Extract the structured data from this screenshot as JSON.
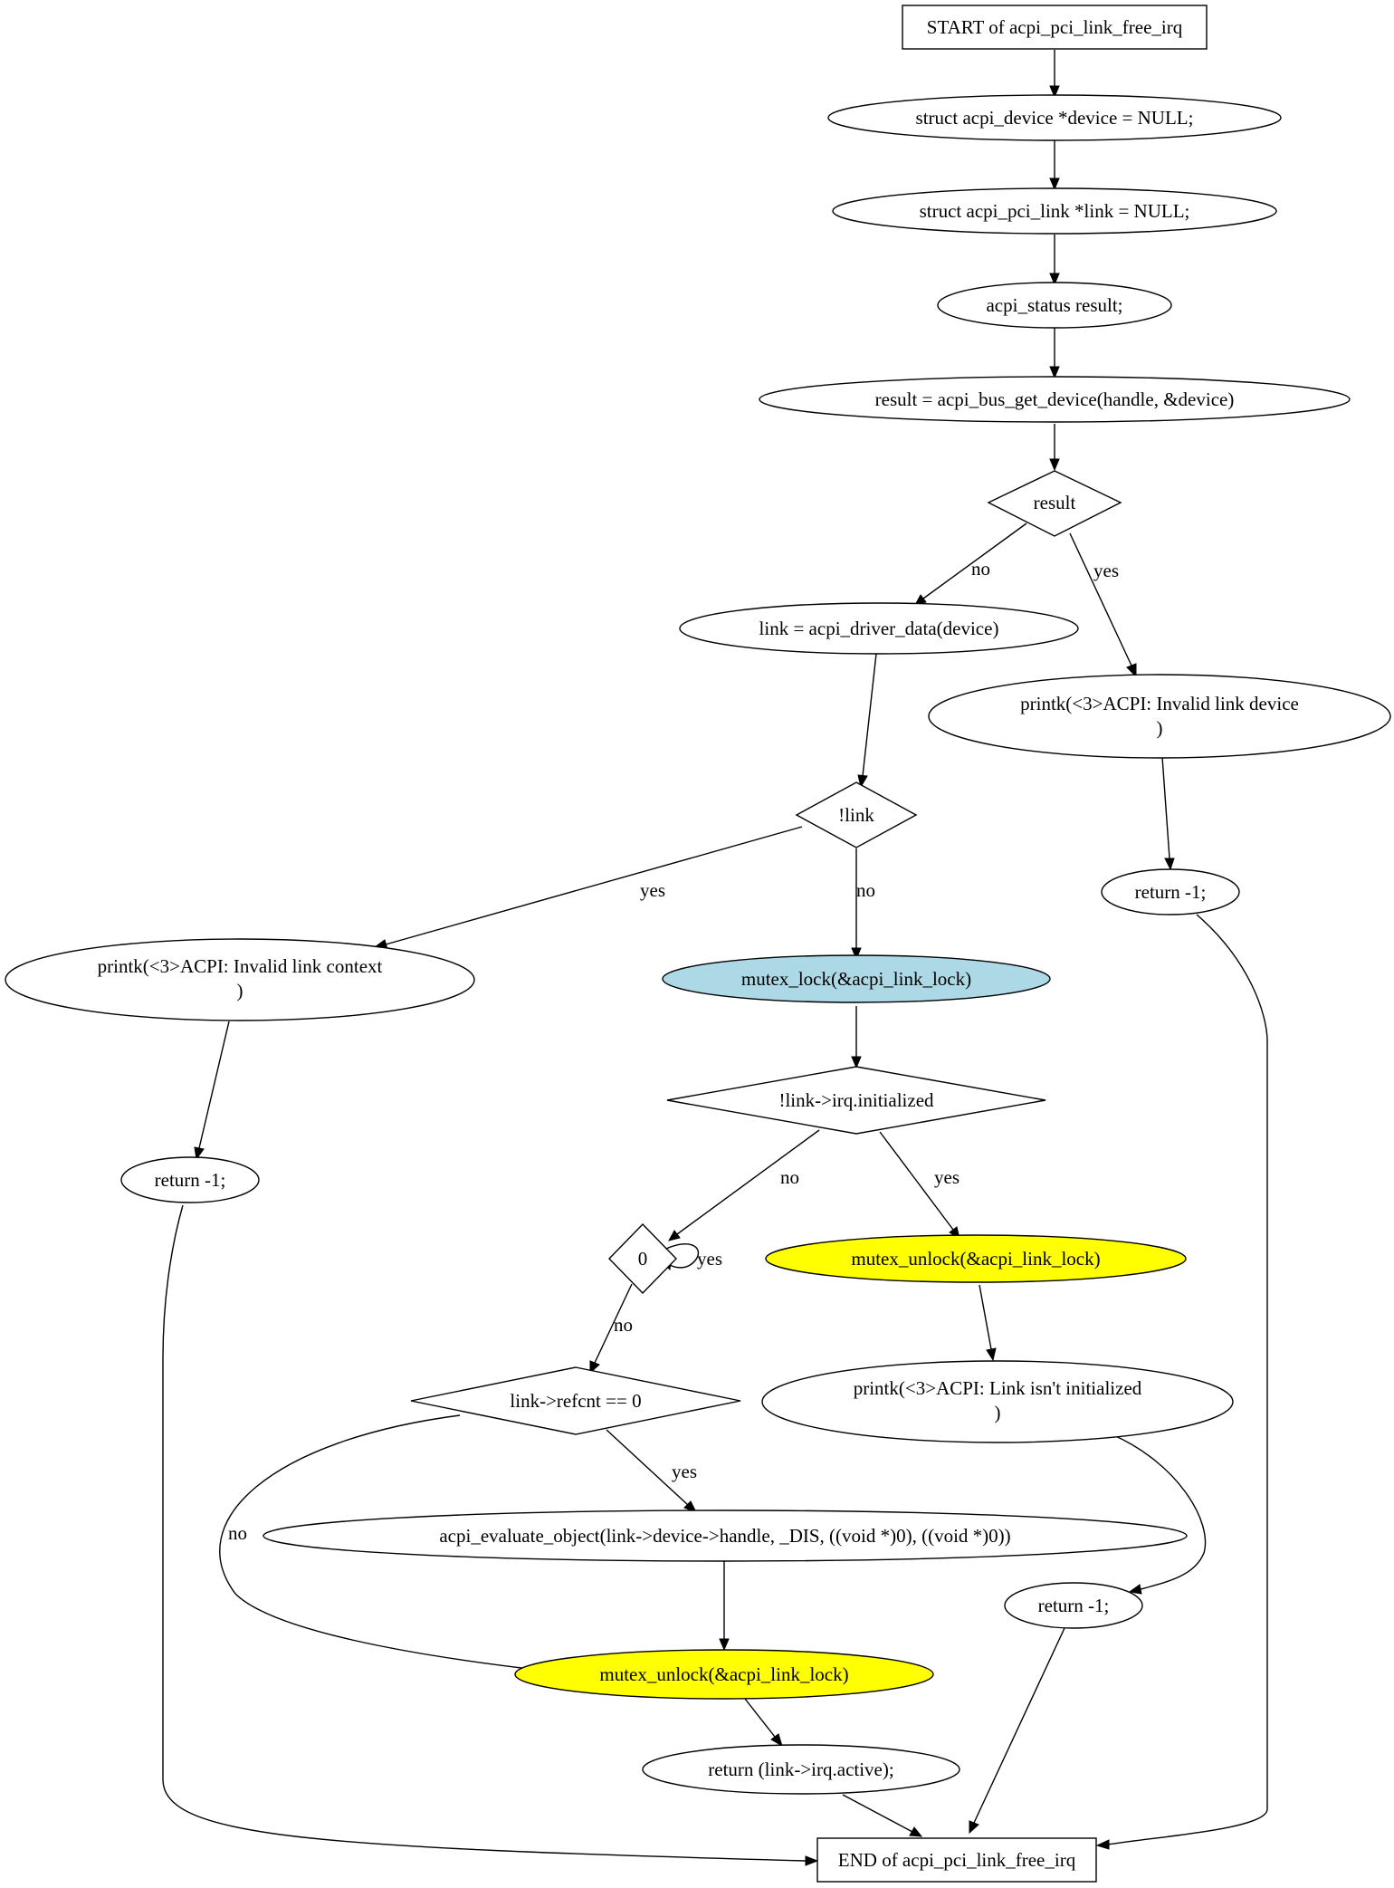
{
  "nodes": {
    "start": {
      "label": "START of acpi_pci_link_free_irq",
      "shape": "box"
    },
    "decl_device": {
      "label": "struct acpi_device *device = NULL;",
      "shape": "ellipse"
    },
    "decl_link": {
      "label": "struct acpi_pci_link *link = NULL;",
      "shape": "ellipse"
    },
    "decl_result": {
      "label": "acpi_status result;",
      "shape": "ellipse"
    },
    "get_device": {
      "label": "result = acpi_bus_get_device(handle, &device)",
      "shape": "ellipse"
    },
    "cond_result": {
      "label": "result",
      "shape": "diamond"
    },
    "assign_link": {
      "label": "link = acpi_driver_data(device)",
      "shape": "ellipse"
    },
    "printk_invalid_device": {
      "label_lines": [
        "printk(<3>ACPI: Invalid link device",
        ")"
      ],
      "shape": "ellipse"
    },
    "cond_link": {
      "label": "!link",
      "shape": "diamond"
    },
    "return_1_a": {
      "label": "return -1;",
      "shape": "ellipse"
    },
    "printk_invalid_context": {
      "label_lines": [
        "printk(<3>ACPI: Invalid link context",
        ")"
      ],
      "shape": "ellipse"
    },
    "mutex_lock": {
      "label": "mutex_lock(&acpi_link_lock)",
      "shape": "ellipse",
      "fill": "#add8e6"
    },
    "cond_initialized": {
      "label": "!link->irq.initialized",
      "shape": "diamond"
    },
    "return_1_b": {
      "label": "return -1;",
      "shape": "ellipse"
    },
    "cond_zero": {
      "label": "0",
      "shape": "diamond"
    },
    "mutex_unlock_a": {
      "label": "mutex_unlock(&acpi_link_lock)",
      "shape": "ellipse",
      "fill": "#ffff00"
    },
    "printk_not_init": {
      "label_lines": [
        "printk(<3>ACPI: Link isn't initialized",
        ")"
      ],
      "shape": "ellipse"
    },
    "cond_refcnt": {
      "label": "link->refcnt == 0",
      "shape": "diamond"
    },
    "evaluate": {
      "label": "acpi_evaluate_object(link->device->handle, _DIS, ((void *)0), ((void *)0))",
      "shape": "ellipse"
    },
    "return_1_c": {
      "label": "return -1;",
      "shape": "ellipse"
    },
    "mutex_unlock_b": {
      "label": "mutex_unlock(&acpi_link_lock)",
      "shape": "ellipse",
      "fill": "#ffff00"
    },
    "return_active": {
      "label": "return (link->irq.active);",
      "shape": "ellipse"
    },
    "end": {
      "label": "END of acpi_pci_link_free_irq",
      "shape": "box"
    }
  },
  "edges": [
    {
      "from": "start",
      "to": "decl_device"
    },
    {
      "from": "decl_device",
      "to": "decl_link"
    },
    {
      "from": "decl_link",
      "to": "decl_result"
    },
    {
      "from": "decl_result",
      "to": "get_device"
    },
    {
      "from": "get_device",
      "to": "cond_result"
    },
    {
      "from": "cond_result",
      "to": "assign_link",
      "label": "no"
    },
    {
      "from": "cond_result",
      "to": "printk_invalid_device",
      "label": "yes"
    },
    {
      "from": "assign_link",
      "to": "cond_link"
    },
    {
      "from": "printk_invalid_device",
      "to": "return_1_a"
    },
    {
      "from": "cond_link",
      "to": "printk_invalid_context",
      "label": "yes"
    },
    {
      "from": "cond_link",
      "to": "mutex_lock",
      "label": "no"
    },
    {
      "from": "printk_invalid_context",
      "to": "return_1_b"
    },
    {
      "from": "mutex_lock",
      "to": "cond_initialized"
    },
    {
      "from": "cond_initialized",
      "to": "cond_zero",
      "label": "no"
    },
    {
      "from": "cond_initialized",
      "to": "mutex_unlock_a",
      "label": "yes"
    },
    {
      "from": "cond_zero",
      "to": "cond_zero",
      "label": "yes"
    },
    {
      "from": "cond_zero",
      "to": "cond_refcnt",
      "label": "no"
    },
    {
      "from": "mutex_unlock_a",
      "to": "printk_not_init"
    },
    {
      "from": "printk_not_init",
      "to": "return_1_c"
    },
    {
      "from": "cond_refcnt",
      "to": "evaluate",
      "label": "yes"
    },
    {
      "from": "cond_refcnt",
      "to": "mutex_unlock_b",
      "label": "no"
    },
    {
      "from": "evaluate",
      "to": "mutex_unlock_b"
    },
    {
      "from": "mutex_unlock_b",
      "to": "return_active"
    },
    {
      "from": "return_active",
      "to": "end"
    },
    {
      "from": "return_1_c",
      "to": "end"
    },
    {
      "from": "return_1_a",
      "to": "end"
    },
    {
      "from": "return_1_b",
      "to": "end"
    }
  ]
}
